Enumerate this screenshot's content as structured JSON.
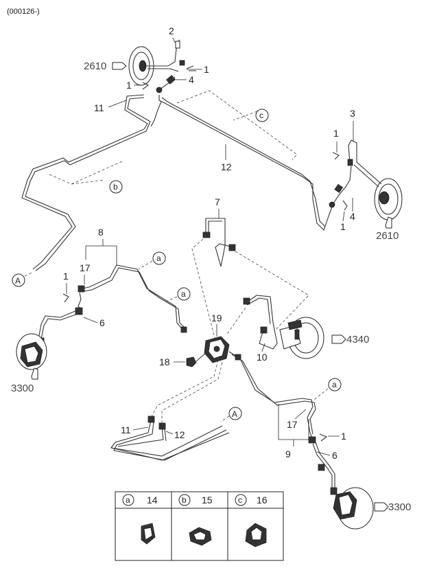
{
  "header": {
    "code": "(000126-)"
  },
  "callouts": {
    "n1": "1",
    "n2": "2",
    "n3": "3",
    "n4": "4",
    "n6": "6",
    "n7": "7",
    "n8": "8",
    "n9": "9",
    "n10": "10",
    "n11": "11",
    "n12": "12",
    "n17": "17",
    "n18": "18",
    "n19": "19"
  },
  "refs": {
    "r2610": "2610",
    "r3300": "3300",
    "r4340": "4340"
  },
  "circle_letters": {
    "a": "a",
    "b": "b",
    "c": "c",
    "A": "A"
  },
  "legend": [
    {
      "letter": "a",
      "part": "14"
    },
    {
      "letter": "b",
      "part": "15"
    },
    {
      "letter": "c",
      "part": "16"
    }
  ]
}
